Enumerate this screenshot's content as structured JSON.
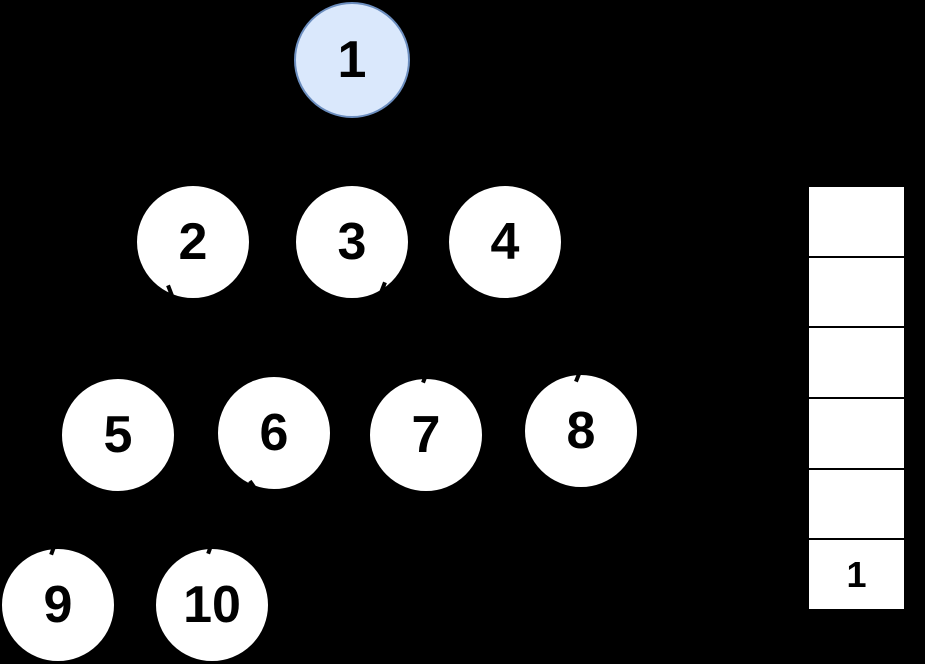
{
  "colors": {
    "background": "#000000",
    "node_fill": "#ffffff",
    "node_text": "#000000",
    "highlighted_node_fill": "#dae8fc",
    "highlighted_node_stroke": "#6c8ebf"
  },
  "tree": {
    "nodes": [
      {
        "label": "1",
        "highlighted": true
      },
      {
        "label": "2",
        "highlighted": false
      },
      {
        "label": "3",
        "highlighted": false
      },
      {
        "label": "4",
        "highlighted": false
      },
      {
        "label": "5",
        "highlighted": false
      },
      {
        "label": "6",
        "highlighted": false
      },
      {
        "label": "7",
        "highlighted": false
      },
      {
        "label": "8",
        "highlighted": false
      },
      {
        "label": "9",
        "highlighted": false
      },
      {
        "label": "10",
        "highlighted": false
      }
    ]
  },
  "stack": {
    "cells": [
      "",
      "",
      "",
      "",
      "",
      "1"
    ]
  }
}
